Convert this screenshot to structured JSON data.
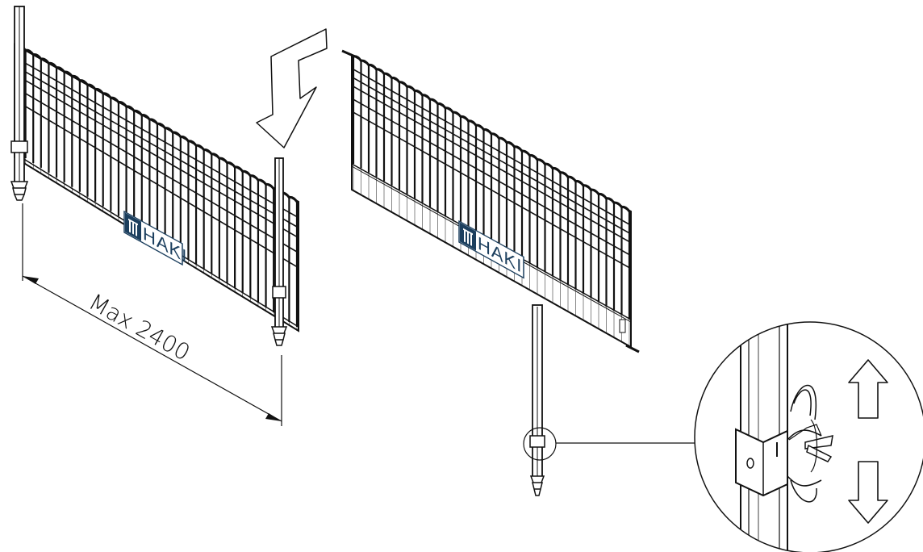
{
  "dimension": {
    "label": "Max 2400"
  },
  "brand": {
    "name": "HAKI",
    "color": "#1c3f5e"
  },
  "panels": [
    {
      "name": "left-fence-panel",
      "state": "installed with end posts"
    },
    {
      "name": "right-fence-panel",
      "state": "being lowered onto post"
    }
  ],
  "arrows": {
    "lower": "down-arrow-icon",
    "detail_up": "up-arrow-icon",
    "detail_down": "down-arrow-icon"
  },
  "colors": {
    "line": "#111111",
    "background": "#ffffff"
  }
}
